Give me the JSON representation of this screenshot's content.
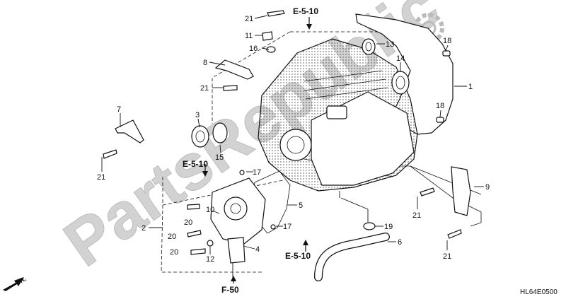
{
  "watermark": "PartsRepublic",
  "diagram_code": "HL64E0500",
  "front_label": "FR.",
  "refs": {
    "e1": "E-5-10",
    "e2": "E-5-10",
    "e3": "E-5-10",
    "f": "F-50"
  },
  "callouts": {
    "c1": "1",
    "c2": "2",
    "c3": "3",
    "c4": "4",
    "c5": "5",
    "c6": "6",
    "c7": "7",
    "c8": "8",
    "c9": "9",
    "c10": "10",
    "c11": "11",
    "c12": "12",
    "c13": "13",
    "c14": "14",
    "c15": "15",
    "c16": "16",
    "c17a": "17",
    "c17b": "17",
    "c18a": "18",
    "c18b": "18",
    "c19": "19",
    "c20a": "20",
    "c20b": "20",
    "c20c": "20",
    "c21a": "21",
    "c21b": "21",
    "c21c": "21",
    "c21d": "21",
    "c21e": "21"
  }
}
